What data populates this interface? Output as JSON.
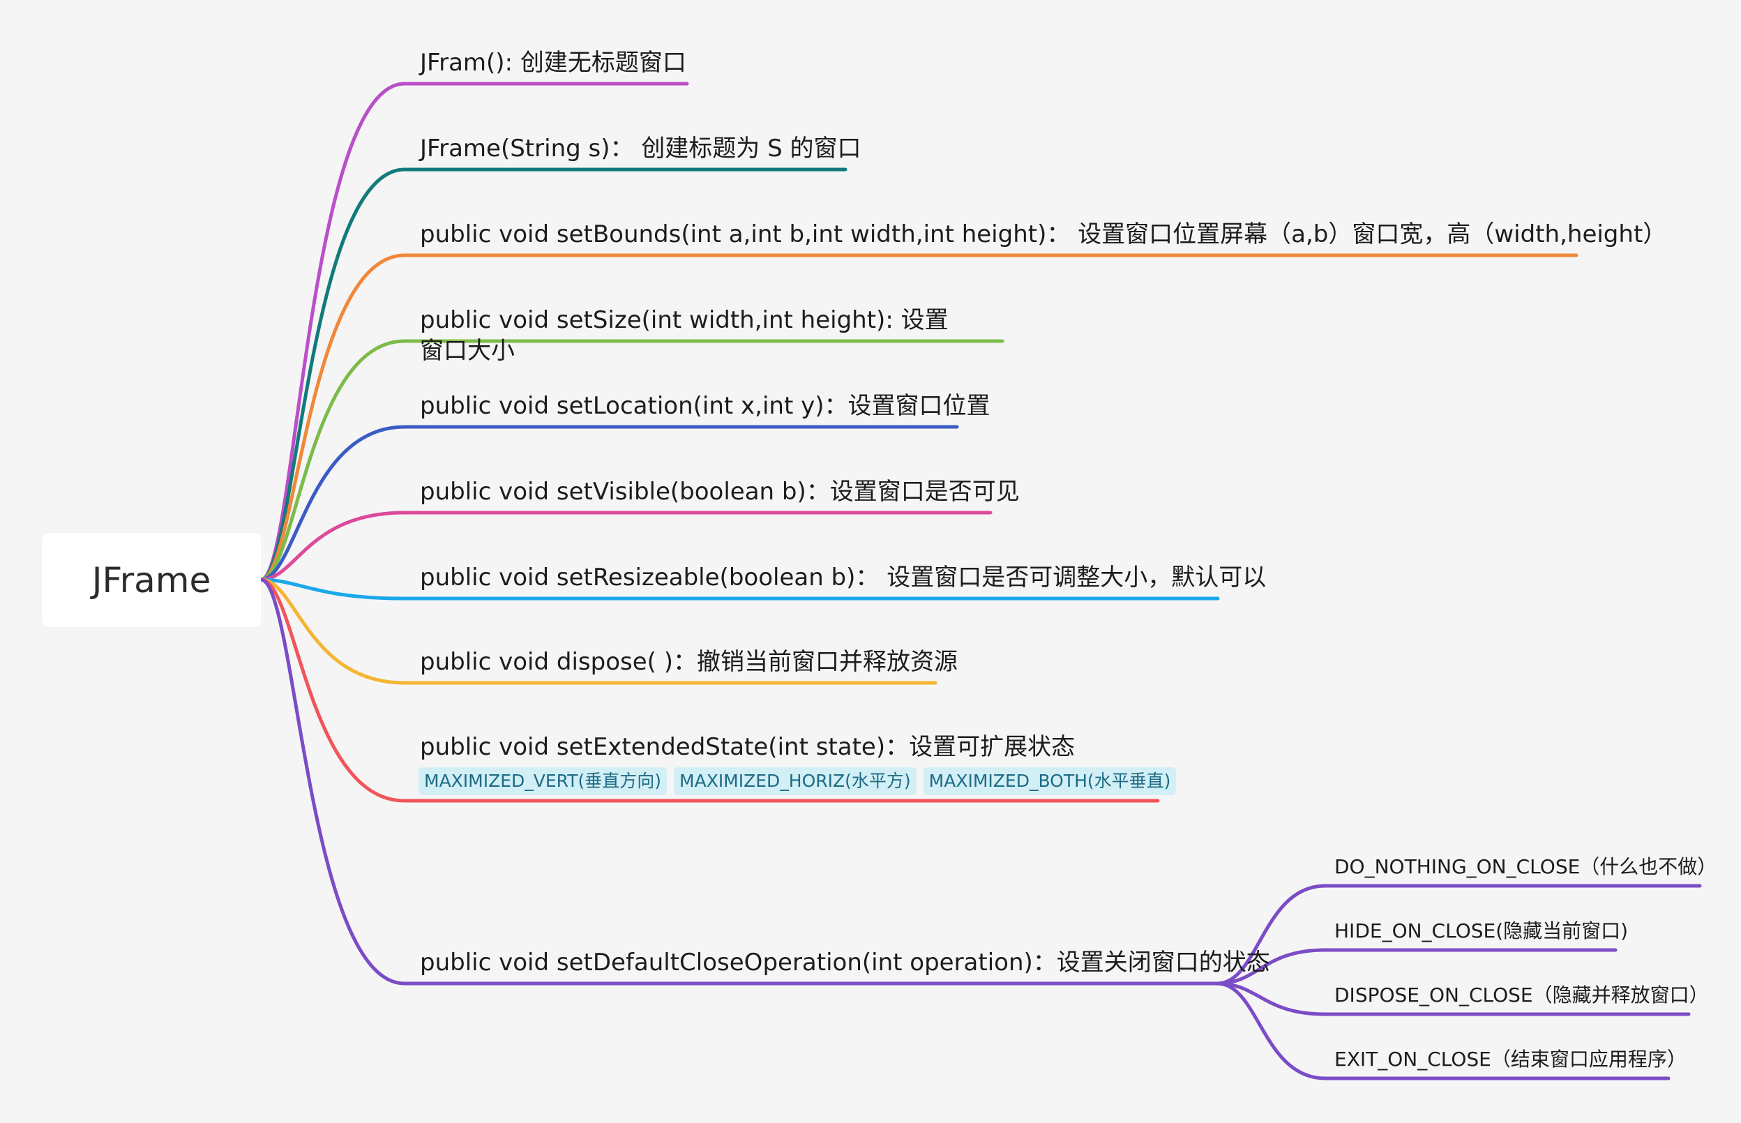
{
  "root": {
    "label": "JFrame"
  },
  "branches": [
    {
      "label": "JFram(): 创建无标题窗口",
      "color": "#b94fc9"
    },
    {
      "label": "JFrame(String s)：  创建标题为 S 的窗口",
      "color": "#127a7a"
    },
    {
      "label": "public void setBounds(int a,int b,int width,int height)：  设置窗口位置屏幕（a,b）窗口宽，高（width,height）",
      "color": "#f0883a"
    },
    {
      "label": "public void setSize(int width,int height): 设置窗口大小",
      "color": "#7cbb4a"
    },
    {
      "label": "public void setLocation(int x,int y)：设置窗口位置",
      "color": "#3b5cc4"
    },
    {
      "label": "public void setVisible(boolean b)：设置窗口是否可见",
      "color": "#dc4a9b"
    },
    {
      "label": "public void setResizeable(boolean b)：  设置窗口是否可调整大小，默认可以",
      "color": "#1ba8ea"
    },
    {
      "label": "public void dispose( )：撤销当前窗口并释放资源",
      "color": "#f4b533"
    },
    {
      "label": "public void setExtendedState(int state)：设置可扩展状态",
      "color": "#f2545b",
      "tags": [
        "MAXIMIZED_VERT(垂直方向)",
        "MAXIMIZED_HORIZ(水平方)",
        "MAXIMIZED_BOTH(水平垂直)"
      ]
    },
    {
      "label": "public void setDefaultCloseOperation(int operation)：设置关闭窗口的状态",
      "color": "#7b4cc7",
      "children": [
        "DO_NOTHING_ON_CLOSE（什么也不做）",
        "HIDE_ON_CLOSE(隐藏当前窗口)",
        "DISPOSE_ON_CLOSE（隐藏并释放窗口）",
        "EXIT_ON_CLOSE（结束窗口应用程序）"
      ]
    }
  ]
}
